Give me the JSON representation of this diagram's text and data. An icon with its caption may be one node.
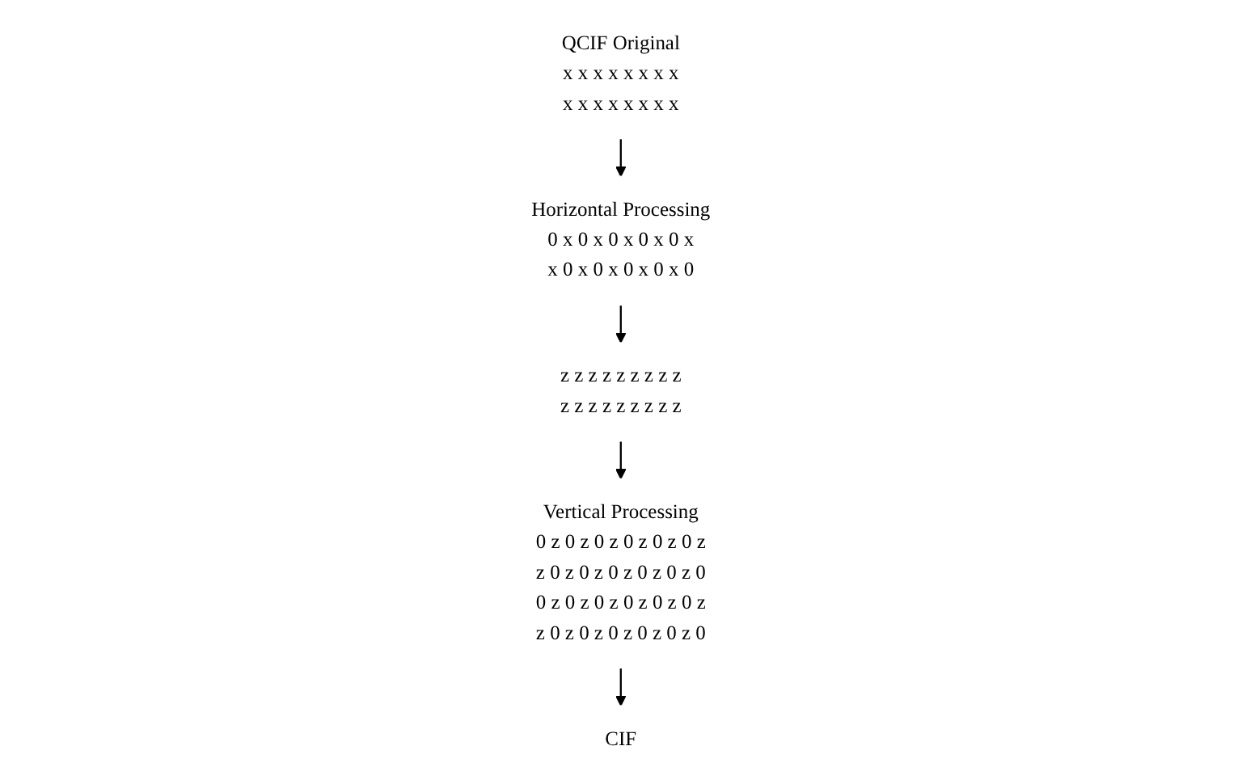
{
  "diagram": {
    "nodes": [
      {
        "text": [
          "QCIF Original",
          "x x x x x x x x",
          "x x x x x x x x"
        ]
      },
      {
        "text": [
          "Horizontal Processing",
          "0 x 0 x 0 x 0 x 0 x",
          "x 0 x 0 x 0 x 0 x 0"
        ]
      },
      {
        "text": [
          "z z z z z z z z z",
          "z z z z z z z z z"
        ]
      },
      {
        "text": [
          "Vertical Processing",
          "0 z 0 z 0 z 0 z 0 z 0 z",
          "z 0 z 0 z 0 z 0 z 0 z 0",
          "0 z 0 z 0 z 0 z 0 z 0 z",
          "z 0 z 0 z 0 z 0 z 0 z 0"
        ]
      },
      {
        "text": [
          "CIF"
        ]
      }
    ],
    "edges": [
      {
        "from": 0,
        "to": 1,
        "arrow": "to"
      },
      {
        "from": 1,
        "to": 2,
        "arrow": "to"
      },
      {
        "from": 2,
        "to": 3,
        "arrow": "to"
      },
      {
        "from": 3,
        "to": 4,
        "arrow": "to"
      }
    ]
  }
}
